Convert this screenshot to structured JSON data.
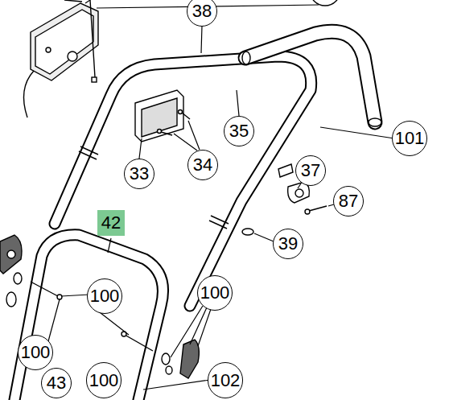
{
  "diagram": {
    "nodes": [
      {
        "text": [
          "38"
        ]
      },
      {
        "text": [
          "35"
        ]
      },
      {
        "text": [
          "101"
        ]
      },
      {
        "text": [
          "33"
        ]
      },
      {
        "text": [
          "34"
        ]
      },
      {
        "text": [
          "37"
        ]
      },
      {
        "text": [
          "87"
        ]
      },
      {
        "text": [
          "42"
        ]
      },
      {
        "text": [
          "39"
        ]
      },
      {
        "text": [
          "100"
        ]
      },
      {
        "text": [
          "100"
        ]
      },
      {
        "text": [
          "100"
        ]
      },
      {
        "text": [
          "102"
        ]
      },
      {
        "text": [
          "43"
        ]
      },
      {
        "text": [
          "100"
        ]
      }
    ]
  }
}
